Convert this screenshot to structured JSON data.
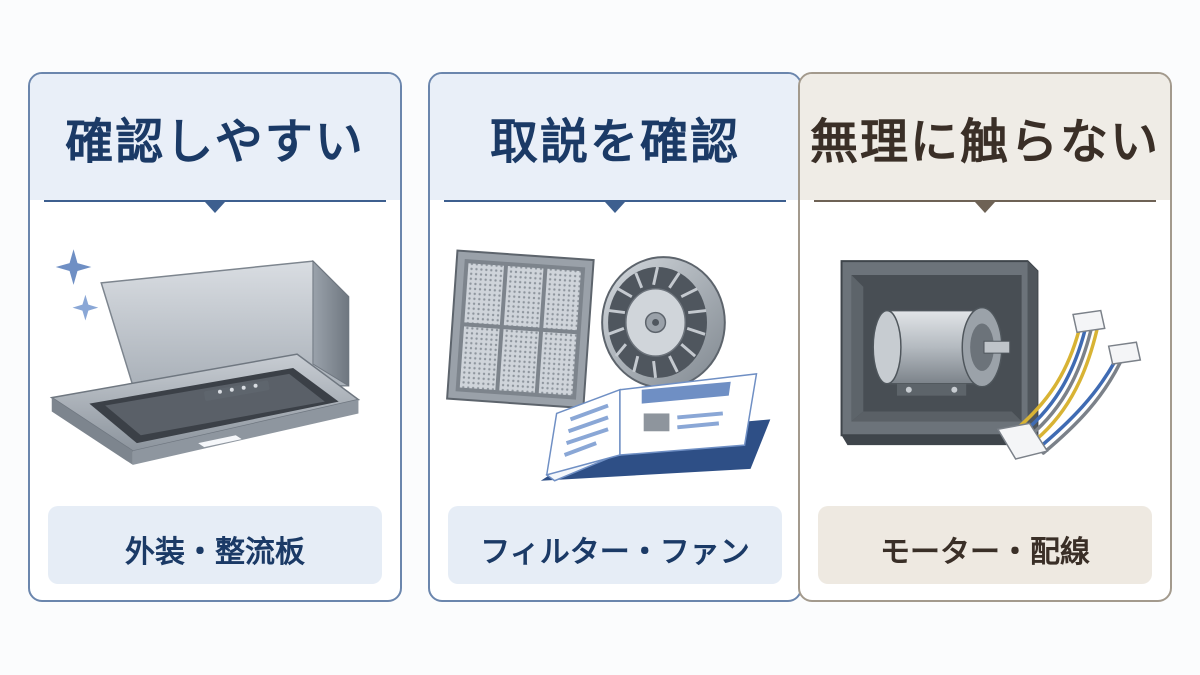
{
  "cards": [
    {
      "title": "確認しやすい",
      "label": "外装・整流板",
      "illustration": "range-hood-icon"
    },
    {
      "title": "取説を確認",
      "label": "フィルター・ファン",
      "illustration": "filter-fan-manual-icon"
    },
    {
      "title": "無理に触らない",
      "label": "モーター・配線",
      "illustration": "motor-wiring-icon"
    }
  ],
  "colors": {
    "blue_border": "#6b86ad",
    "blue_text": "#1b3a66",
    "blue_tint": "#e9eff8",
    "brown_border": "#a39a8d",
    "brown_text": "#3a2f27",
    "brown_tint": "#efece6"
  }
}
